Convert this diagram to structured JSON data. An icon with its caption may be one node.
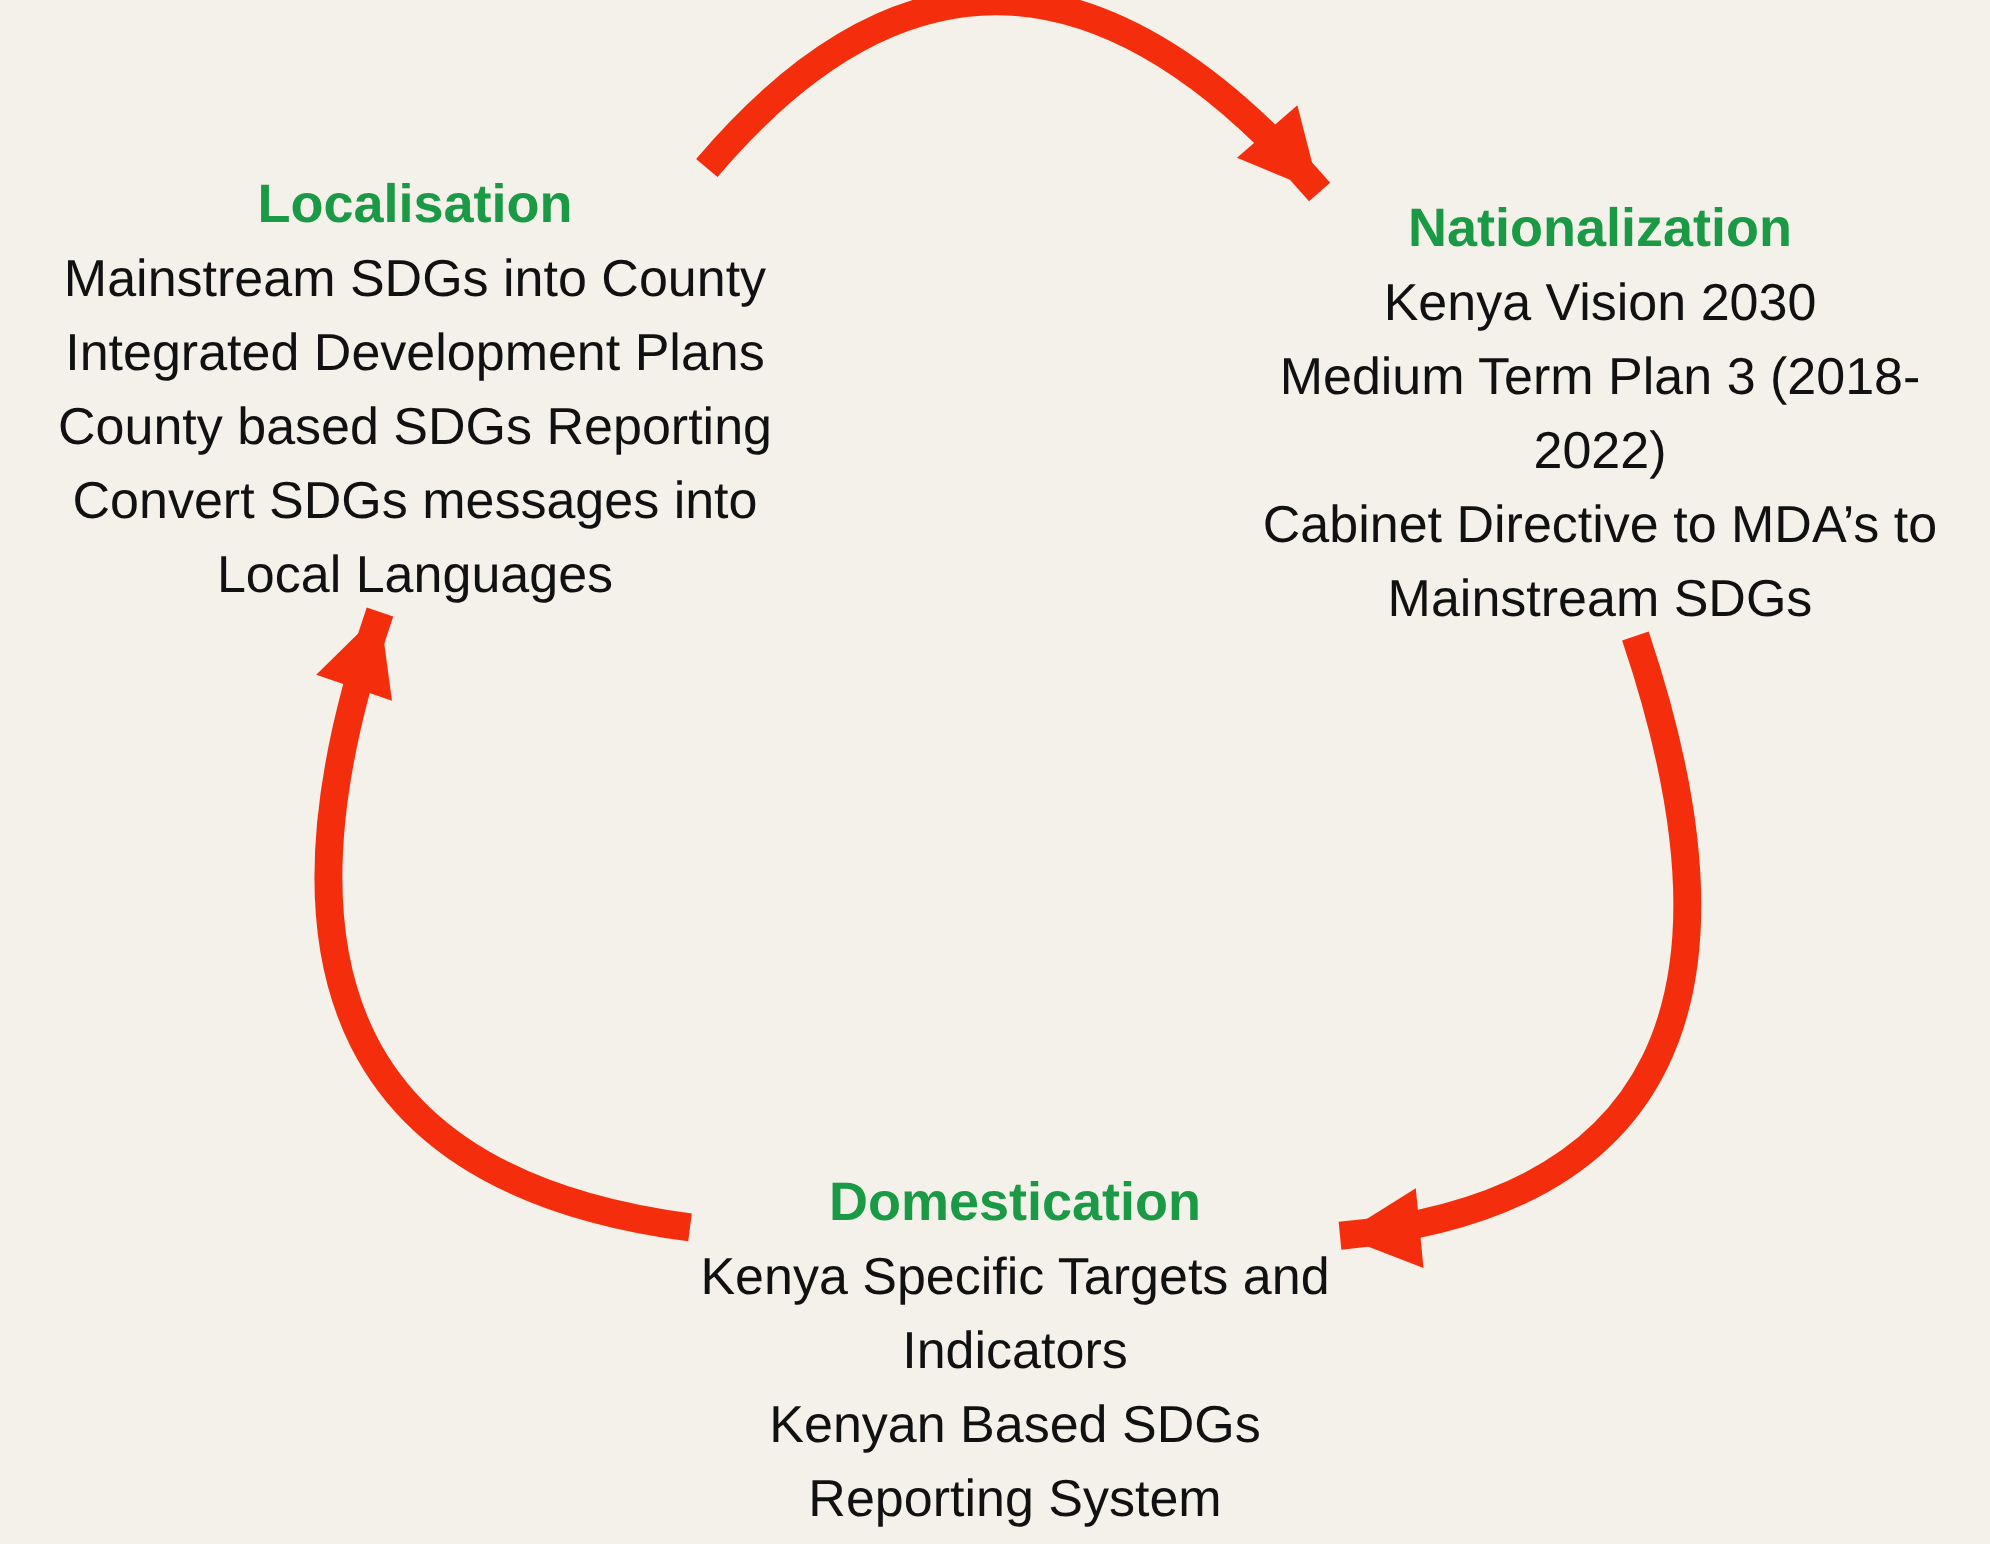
{
  "diagram": {
    "nodes": [
      {
        "text": [
          "Localisation",
          "Mainstream SDGs into County Integrated Development Plans",
          "County based SDGs Reporting",
          "Convert SDGs messages into Local Languages"
        ]
      },
      {
        "text": [
          "Nationalization",
          "Kenya Vision 2030",
          "Medium Term Plan 3 (2018-2022)",
          "Cabinet Directive to MDA’s to Mainstream SDGs"
        ]
      },
      {
        "text": [
          "Domestication",
          "Kenya Specific Targets and Indicators",
          "Kenyan Based SDGs Reporting System"
        ]
      }
    ],
    "edges": [
      {
        "from": 0,
        "to": 1,
        "arrow": "to"
      },
      {
        "from": 1,
        "to": 2,
        "arrow": "to"
      },
      {
        "from": 2,
        "to": 0,
        "arrow": "to"
      }
    ]
  }
}
